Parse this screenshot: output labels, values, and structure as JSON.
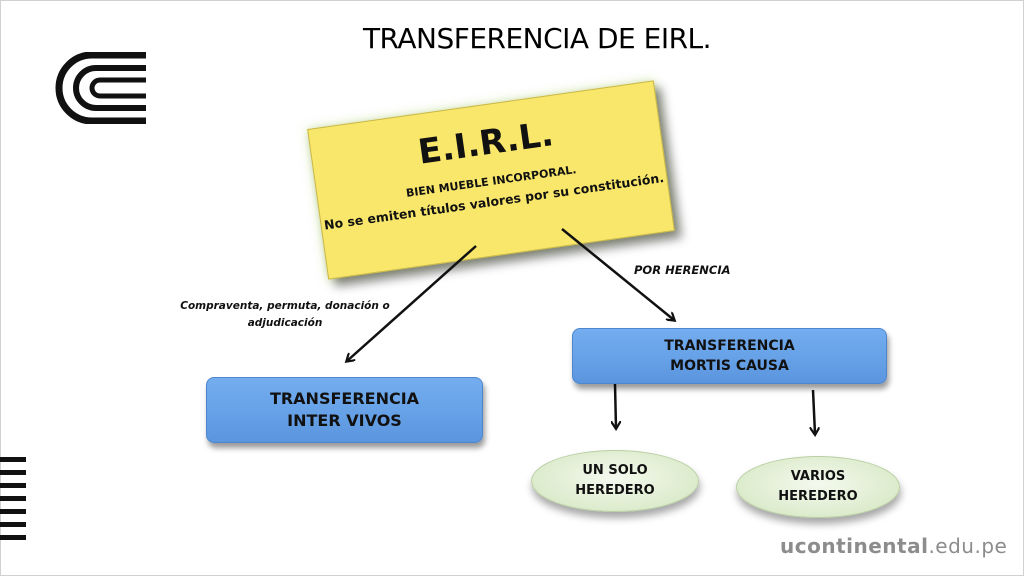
{
  "slide": {
    "title": "TRANSFERENCIA DE EIRL."
  },
  "sticky": {
    "title": "E.I.R.L.",
    "line1": "BIEN MUEBLE INCORPORAL.",
    "line2": "No se emiten títulos valores por su constitución."
  },
  "labels": {
    "left": "Compraventa, permuta, donación o adjudicación",
    "right": "POR HERENCIA"
  },
  "boxes": {
    "inter_l1": "TRANSFERENCIA",
    "inter_l2": "INTER VIVOS",
    "mortis_l1": "TRANSFERENCIA",
    "mortis_l2": "MORTIS CAUSA"
  },
  "ellipses": {
    "solo_l1": "UN SOLO",
    "solo_l2": "HEREDERO",
    "varios_l1": "VARIOS",
    "varios_l2": "HEREDERO"
  },
  "brand": {
    "bold": "ucontinental",
    "rest": ".edu.pe"
  },
  "colors": {
    "sticky": "#f9e76b",
    "box_blue": "#6aa4ea",
    "ellipse_green": "#dcebcc"
  }
}
